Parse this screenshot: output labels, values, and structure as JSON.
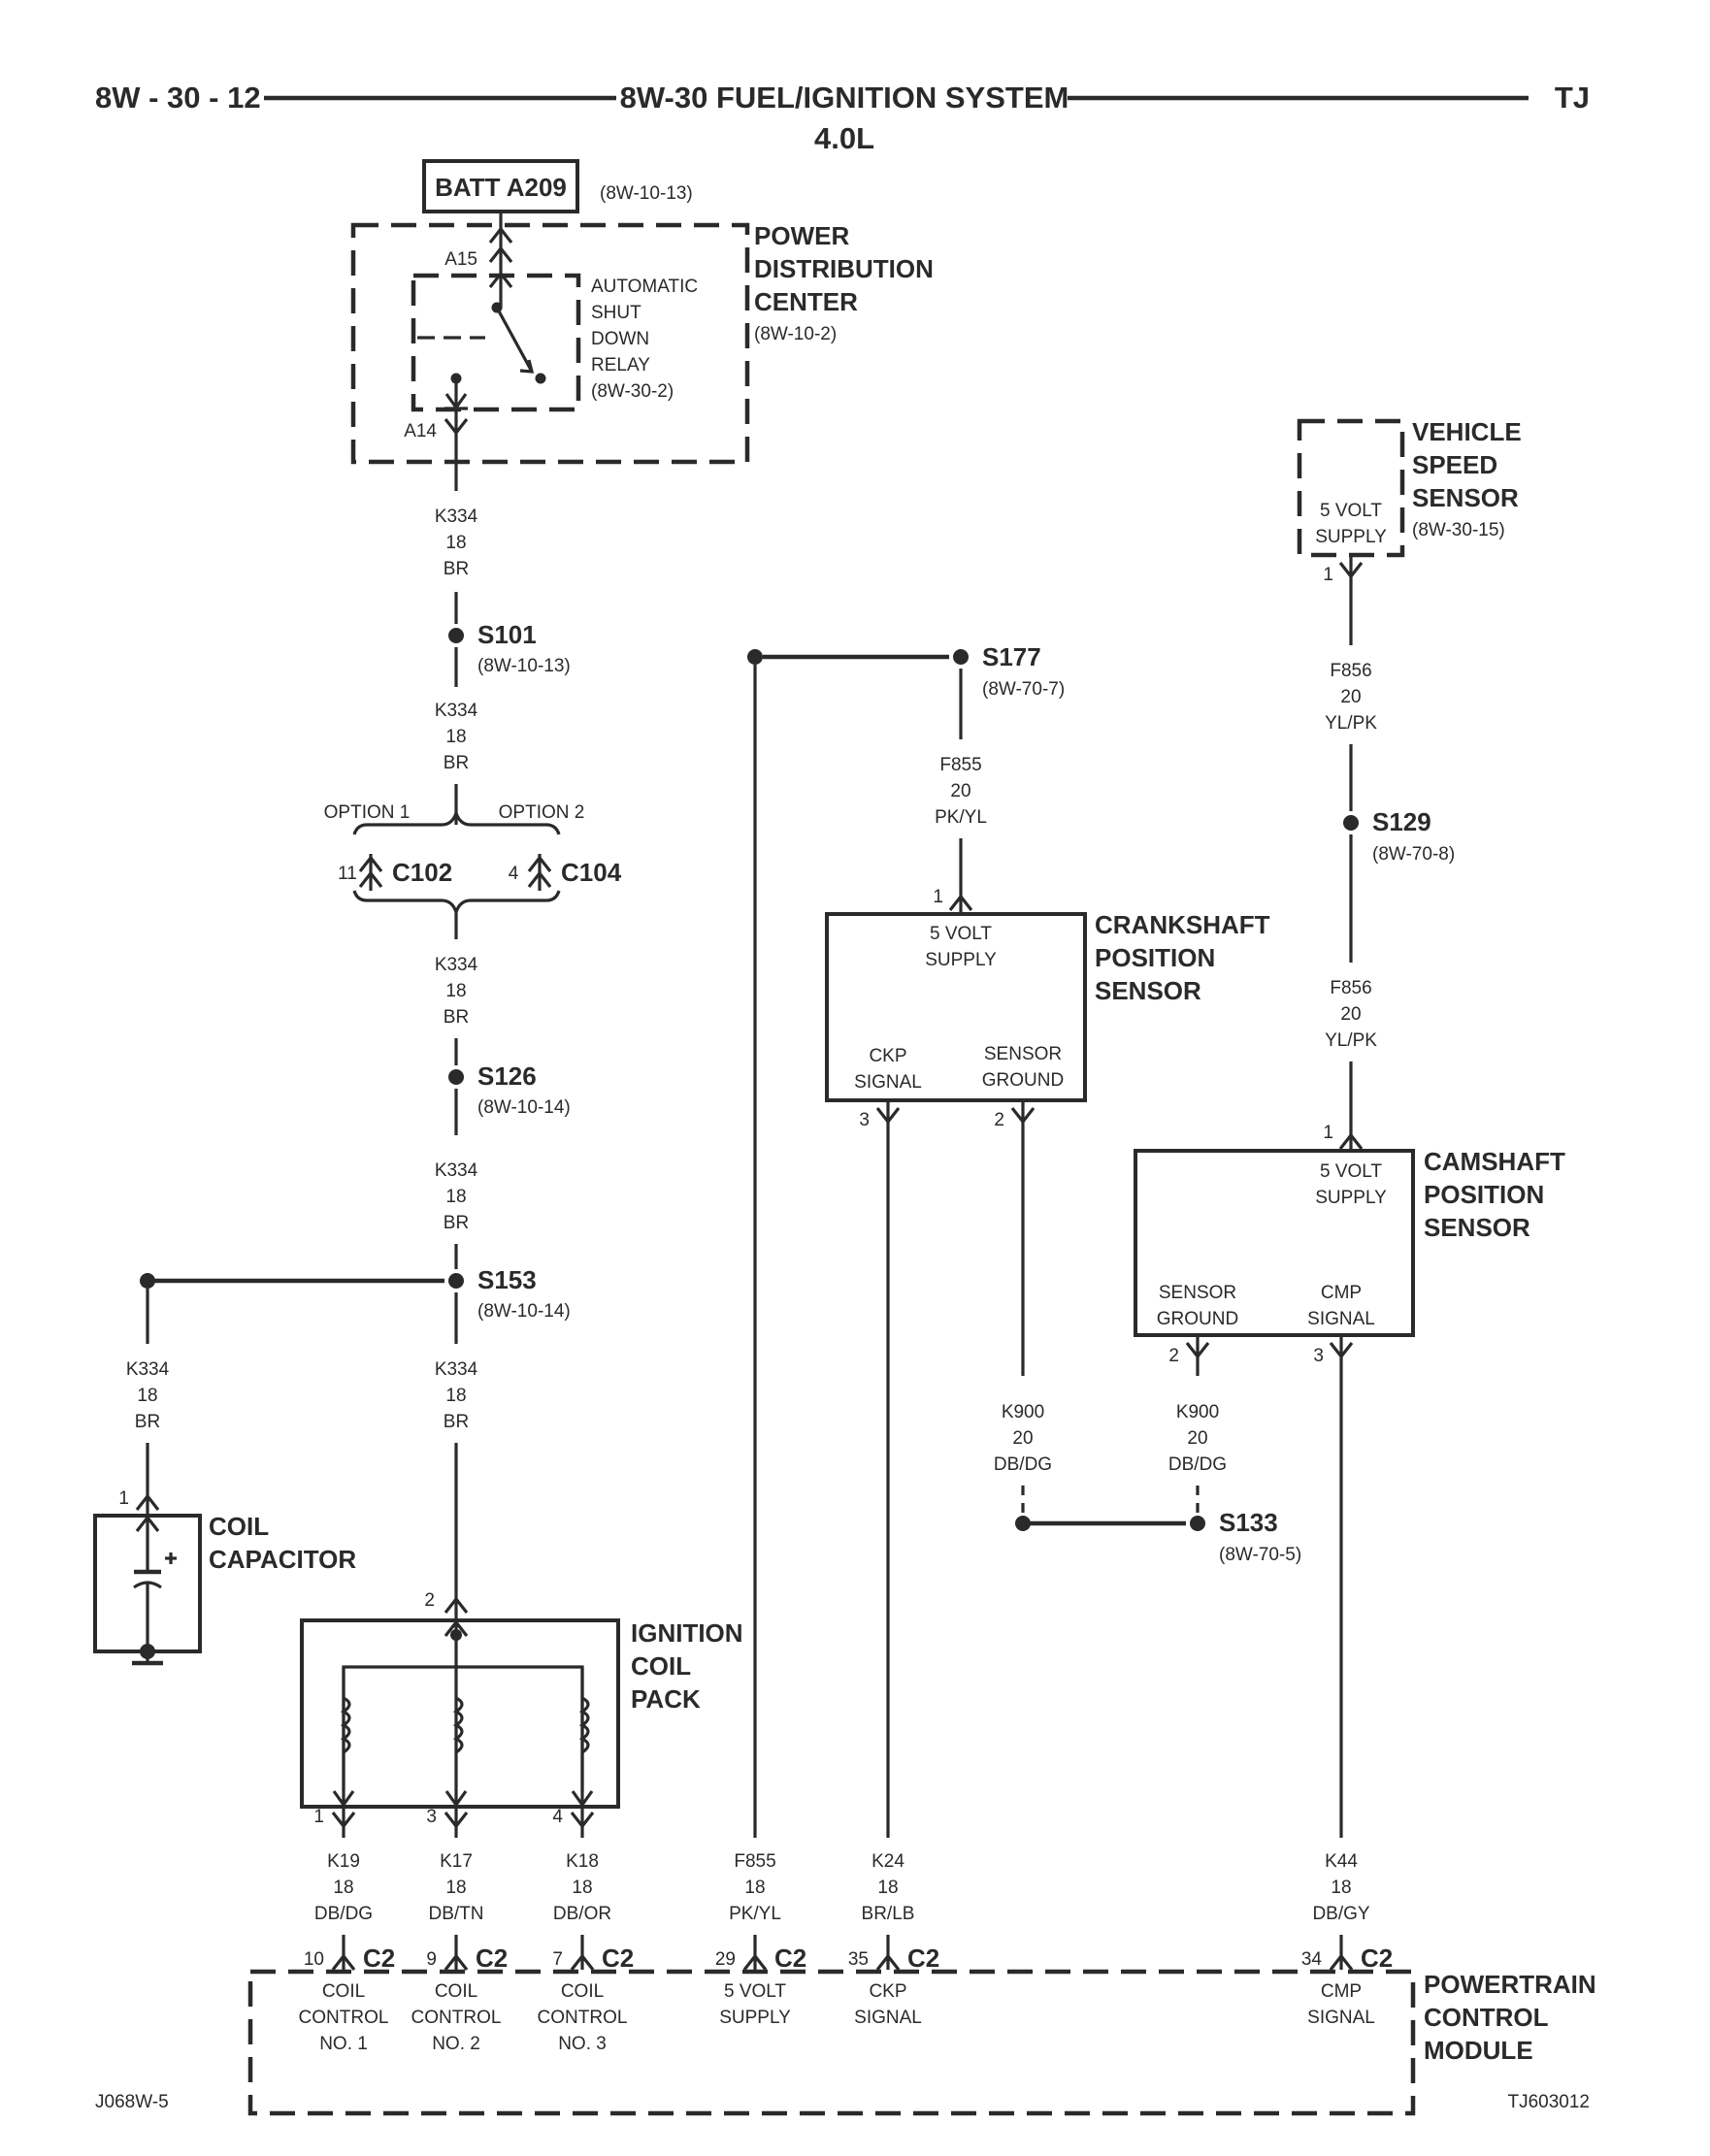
{
  "header": {
    "page_ref": "8W - 30 - 12",
    "title": "8W-30 FUEL/IGNITION SYSTEM",
    "subtitle": "4.0L",
    "model": "TJ"
  },
  "footer": {
    "left_code": "J068W-5",
    "right_code": "TJ603012"
  },
  "components": {
    "batt": {
      "name": "BATT A209",
      "ref": "(8W-10-13)"
    },
    "pdc": {
      "line1": "POWER",
      "line2": "DISTRIBUTION",
      "line3": "CENTER",
      "ref": "(8W-10-2)",
      "pin_top": "A15",
      "pin_bottom": "A14"
    },
    "asd": {
      "line1": "AUTOMATIC",
      "line2": "SHUT",
      "line3": "DOWN",
      "line4": "RELAY",
      "ref": "(8W-30-2)"
    },
    "vss": {
      "line1": "VEHICLE",
      "line2": "SPEED",
      "line3": "SENSOR",
      "ref": "(8W-30-15)",
      "inner1": "5 VOLT",
      "inner2": "SUPPLY",
      "pin": "1"
    },
    "ckp": {
      "line1": "CRANKSHAFT",
      "line2": "POSITION",
      "line3": "SENSOR",
      "supply1": "5 VOLT",
      "supply2": "SUPPLY",
      "sig1": "CKP",
      "sig2": "SIGNAL",
      "gnd1": "SENSOR",
      "gnd2": "GROUND",
      "pin_top": "1",
      "pin_sig": "3",
      "pin_gnd": "2"
    },
    "cmp": {
      "line1": "CAMSHAFT",
      "line2": "POSITION",
      "line3": "SENSOR",
      "supply1": "5 VOLT",
      "supply2": "SUPPLY",
      "gnd1": "SENSOR",
      "gnd2": "GROUND",
      "sig1": "CMP",
      "sig2": "SIGNAL",
      "pin_top": "1",
      "pin_gnd": "2",
      "pin_sig": "3"
    },
    "coilcap": {
      "line1": "COIL",
      "line2": "CAPACITOR",
      "pin": "1"
    },
    "coilpack": {
      "line1": "IGNITION",
      "line2": "COIL",
      "line3": "PACK",
      "pin_top": "2",
      "pin1": "1",
      "pin3": "3",
      "pin4": "4"
    },
    "pcm": {
      "line1": "POWERTRAIN",
      "line2": "CONTROL",
      "line3": "MODULE"
    }
  },
  "options": {
    "opt1": "OPTION 1",
    "opt2": "OPTION 2",
    "c102_pin": "11",
    "c102": "C102",
    "c104_pin": "4",
    "c104": "C104"
  },
  "splices": {
    "s101": {
      "name": "S101",
      "ref": "(8W-10-13)"
    },
    "s126": {
      "name": "S126",
      "ref": "(8W-10-14)"
    },
    "s153": {
      "name": "S153",
      "ref": "(8W-10-14)"
    },
    "s177": {
      "name": "S177",
      "ref": "(8W-70-7)"
    },
    "s129": {
      "name": "S129",
      "ref": "(8W-70-8)"
    },
    "s133": {
      "name": "S133",
      "ref": "(8W-70-5)"
    }
  },
  "wires": {
    "k334_a": [
      "K334",
      "18",
      "BR"
    ],
    "k334_b": [
      "K334",
      "18",
      "BR"
    ],
    "k334_c": [
      "K334",
      "18",
      "BR"
    ],
    "k334_d": [
      "K334",
      "18",
      "BR"
    ],
    "k334_e": [
      "K334",
      "18",
      "BR"
    ],
    "k334_f": [
      "K334",
      "18",
      "BR"
    ],
    "f856_a": [
      "F856",
      "20",
      "YL/PK"
    ],
    "f856_b": [
      "F856",
      "20",
      "YL/PK"
    ],
    "f855_a": [
      "F855",
      "20",
      "PK/YL"
    ],
    "k900_a": [
      "K900",
      "20",
      "DB/DG"
    ],
    "k900_b": [
      "K900",
      "20",
      "DB/DG"
    ],
    "k19": [
      "K19",
      "18",
      "DB/DG"
    ],
    "k17": [
      "K17",
      "18",
      "DB/TN"
    ],
    "k18": [
      "K18",
      "18",
      "DB/OR"
    ],
    "f855_b": [
      "F855",
      "18",
      "PK/YL"
    ],
    "k24": [
      "K24",
      "18",
      "BR/LB"
    ],
    "k44": [
      "K44",
      "18",
      "DB/GY"
    ]
  },
  "pcm_pins": [
    {
      "pin": "10",
      "conn": "C2",
      "l1": "COIL",
      "l2": "CONTROL",
      "l3": "NO. 1"
    },
    {
      "pin": "9",
      "conn": "C2",
      "l1": "COIL",
      "l2": "CONTROL",
      "l3": "NO. 2"
    },
    {
      "pin": "7",
      "conn": "C2",
      "l1": "COIL",
      "l2": "CONTROL",
      "l3": "NO. 3"
    },
    {
      "pin": "29",
      "conn": "C2",
      "l1": "5 VOLT",
      "l2": "SUPPLY",
      "l3": ""
    },
    {
      "pin": "35",
      "conn": "C2",
      "l1": "CKP",
      "l2": "SIGNAL",
      "l3": ""
    },
    {
      "pin": "34",
      "conn": "C2",
      "l1": "CMP",
      "l2": "SIGNAL",
      "l3": ""
    }
  ]
}
